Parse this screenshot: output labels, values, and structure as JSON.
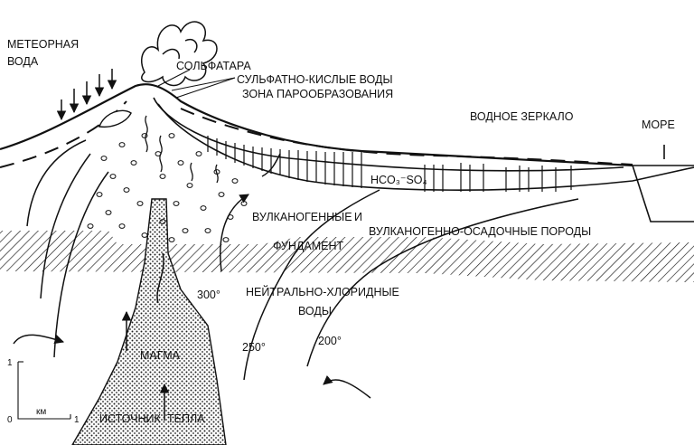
{
  "labels": {
    "meteoric_water_1": "МЕТЕОРНАЯ",
    "meteoric_water_2": "ВОДА",
    "solfatara": "СОЛЬФАТАРА",
    "sulfate_acid_waters": "СУЛЬФАТНО-КИСЛЫЕ ВОДЫ",
    "vaporization_zone": "ЗОНА ПАРООБРАЗОВАНИЯ",
    "water_table": "ВОДНОЕ ЗЕРКАЛО",
    "sea": "МОРЕ",
    "hco3_so4": "HCO₃⁻SO₄",
    "volcanogenic": "ВУЛКАНОГЕННЫЕ",
    "and": "И",
    "volcanosedimentary": "ВУЛКАНОГЕННО-ОСАДОЧНЫЕ ПОРОДЫ",
    "basement": "ФУНДАМЕНТ",
    "neutral_chloride_1": "НЕЙТРАЛЬНО-ХЛОРИДНЫЕ",
    "neutral_chloride_2": "ВОДЫ",
    "t300": "300°",
    "t250": "250°",
    "t200": "200°",
    "magma": "МАГМА",
    "heat_source_1": "ИСТОЧНИК",
    "heat_source_2": "ТЕПЛА",
    "scale_top": "1",
    "scale_zero": "0",
    "scale_right": "1",
    "scale_unit": "км"
  }
}
